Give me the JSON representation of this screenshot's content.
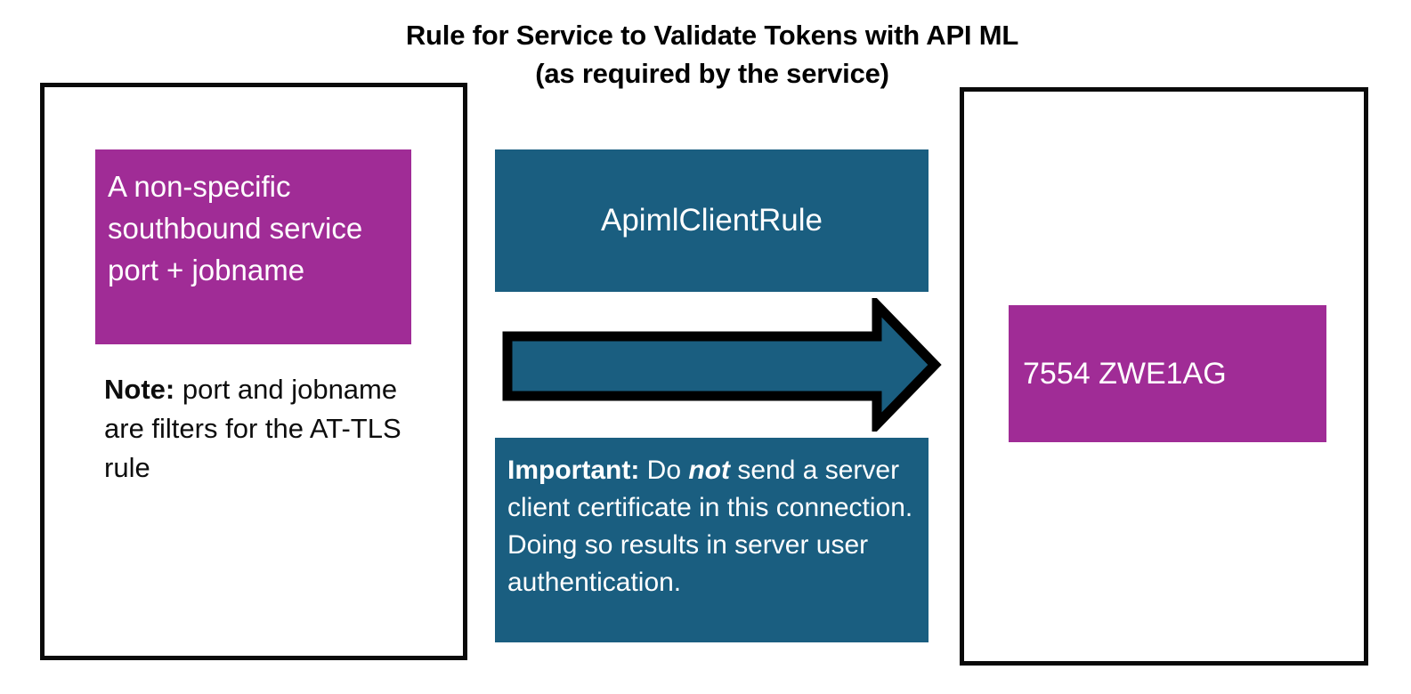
{
  "title": {
    "line1": "Rule for Service to Validate Tokens with API ML",
    "line2": "(as required by the service)"
  },
  "colors": {
    "magenta": "#A02C96",
    "teal": "#1A5E80",
    "border": "#0a0a0a",
    "text_on_color": "#ffffff",
    "body_text": "#0d0d0d"
  },
  "left_panel": {
    "highlight_box": {
      "text": "A non-specific southbound service port + jobname",
      "color": "#A02C96"
    },
    "note": {
      "label": "Note:",
      "body": " port and jobname are filters for the AT-TLS rule"
    }
  },
  "center": {
    "rule_box": {
      "label": "ApimlClientRule",
      "color": "#1A5E80"
    },
    "arrow": {
      "name": "right-arrow",
      "direction": "right",
      "fill": "#1A5E80",
      "stroke": "#000000"
    },
    "important_box": {
      "label": "Important:",
      "part1": " Do ",
      "emphasis": "not",
      "part2": " send a server client certificate in this connection. Doing so results in server user authentication.",
      "color": "#1A5E80"
    }
  },
  "right_panel": {
    "highlight_box": {
      "text": "7554 ZWE1AG",
      "color": "#A02C96"
    }
  }
}
